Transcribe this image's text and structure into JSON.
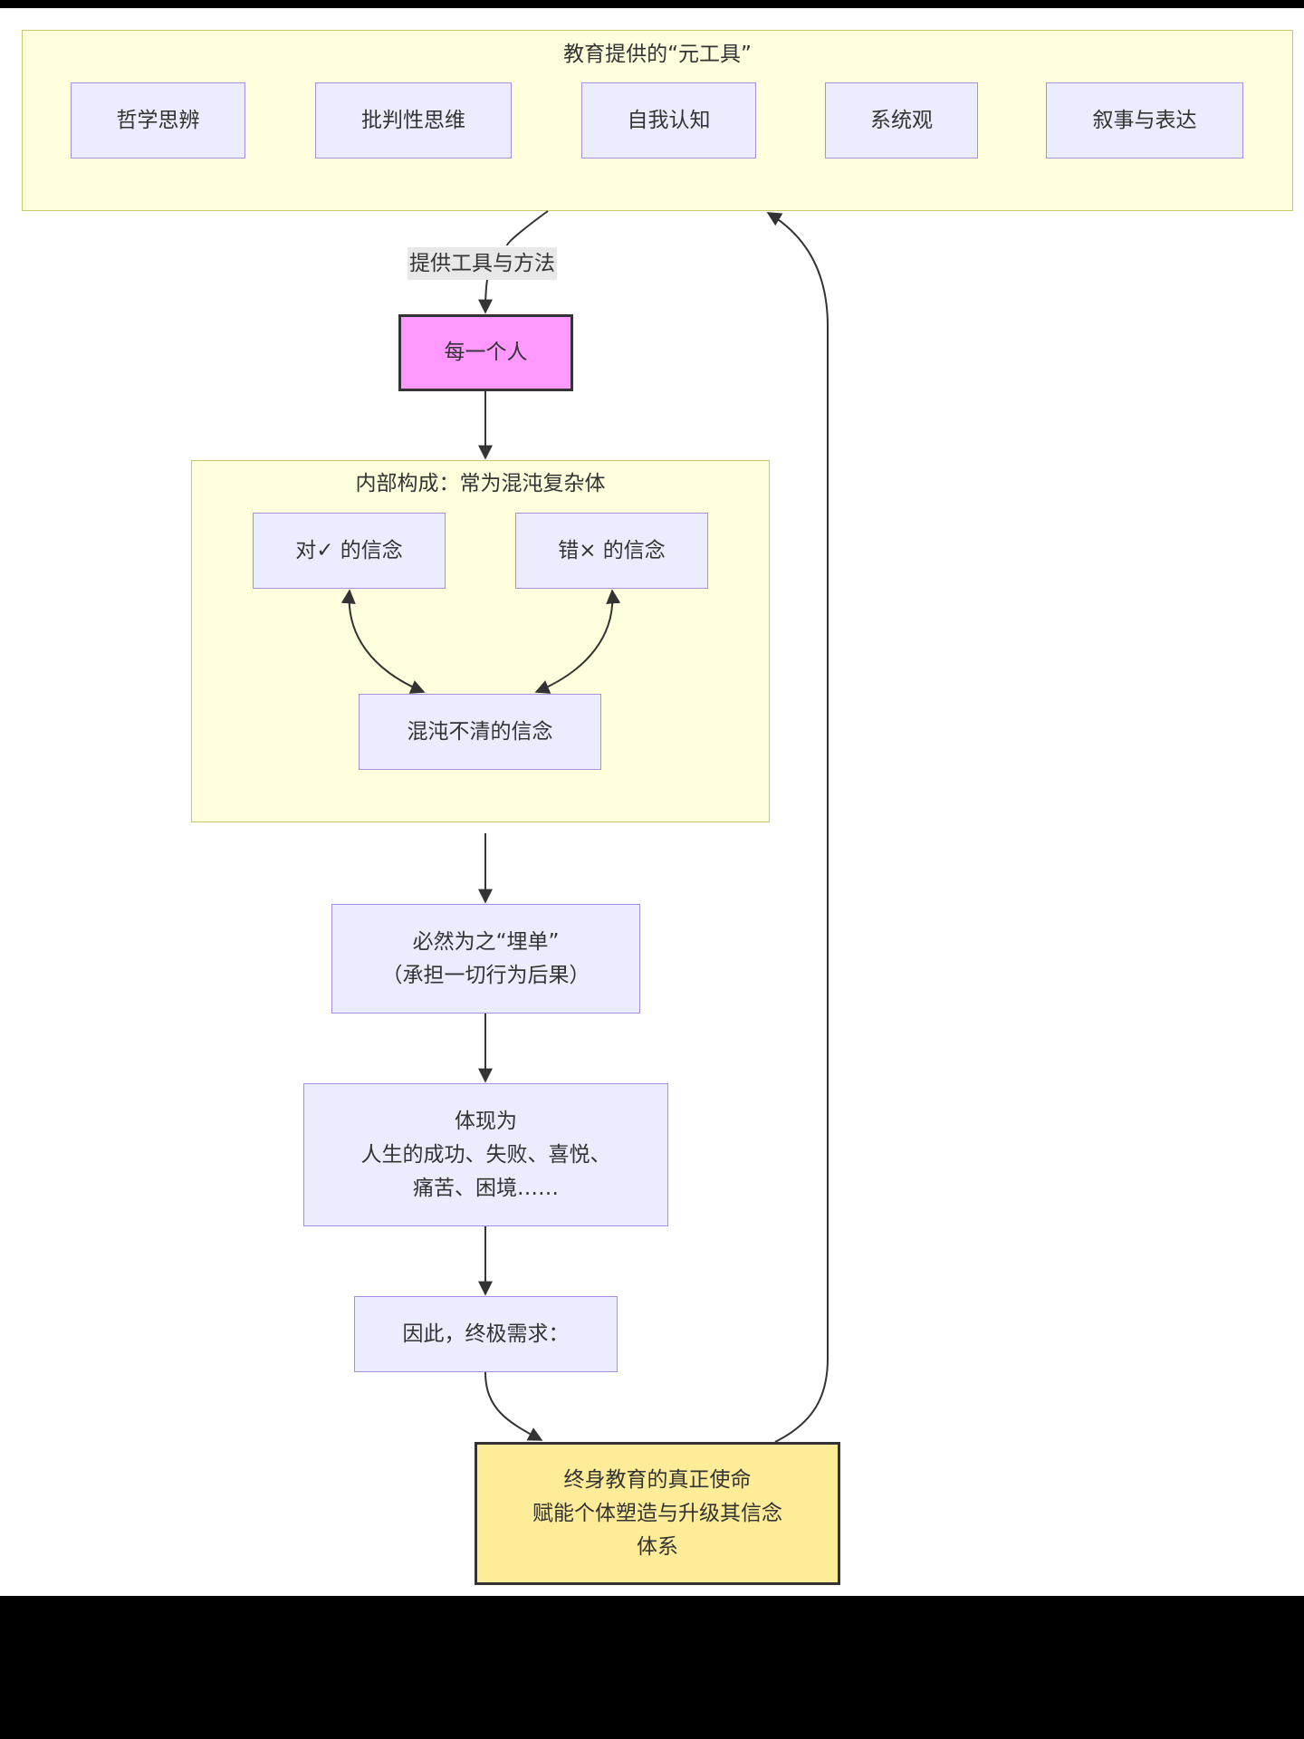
{
  "diagram": {
    "meta_tools": {
      "title": "教育提供的“元工具”",
      "items": [
        "哲学思辨",
        "批判性思维",
        "自我认知",
        "系统观",
        "叙事与表达"
      ]
    },
    "edge_label_tools": "提供工具与方法",
    "person": "每一个人",
    "internal": {
      "title": "内部构成：常为混沌复杂体",
      "right_belief": "对✓ 的信念",
      "wrong_belief": "错× 的信念",
      "chaotic_belief": "混沌不清的信念"
    },
    "pay_for": "必然为之“埋单”\n（承担一切行为后果）",
    "manifest": "体现为\n人生的成功、失败、喜悦、\n痛苦、困境……",
    "therefore": "因此，终极需求：",
    "mission": "终身教育的真正使命\n赋能个体塑造与升级其信念\n体系"
  },
  "colors": {
    "cluster_fill": "#ffffde",
    "cluster_border": "#c9c96a",
    "node_fill": "#ececff",
    "node_border": "#a88fe0",
    "person_fill": "#ff99ff",
    "mission_fill": "#feec98",
    "edge": "#333333"
  }
}
